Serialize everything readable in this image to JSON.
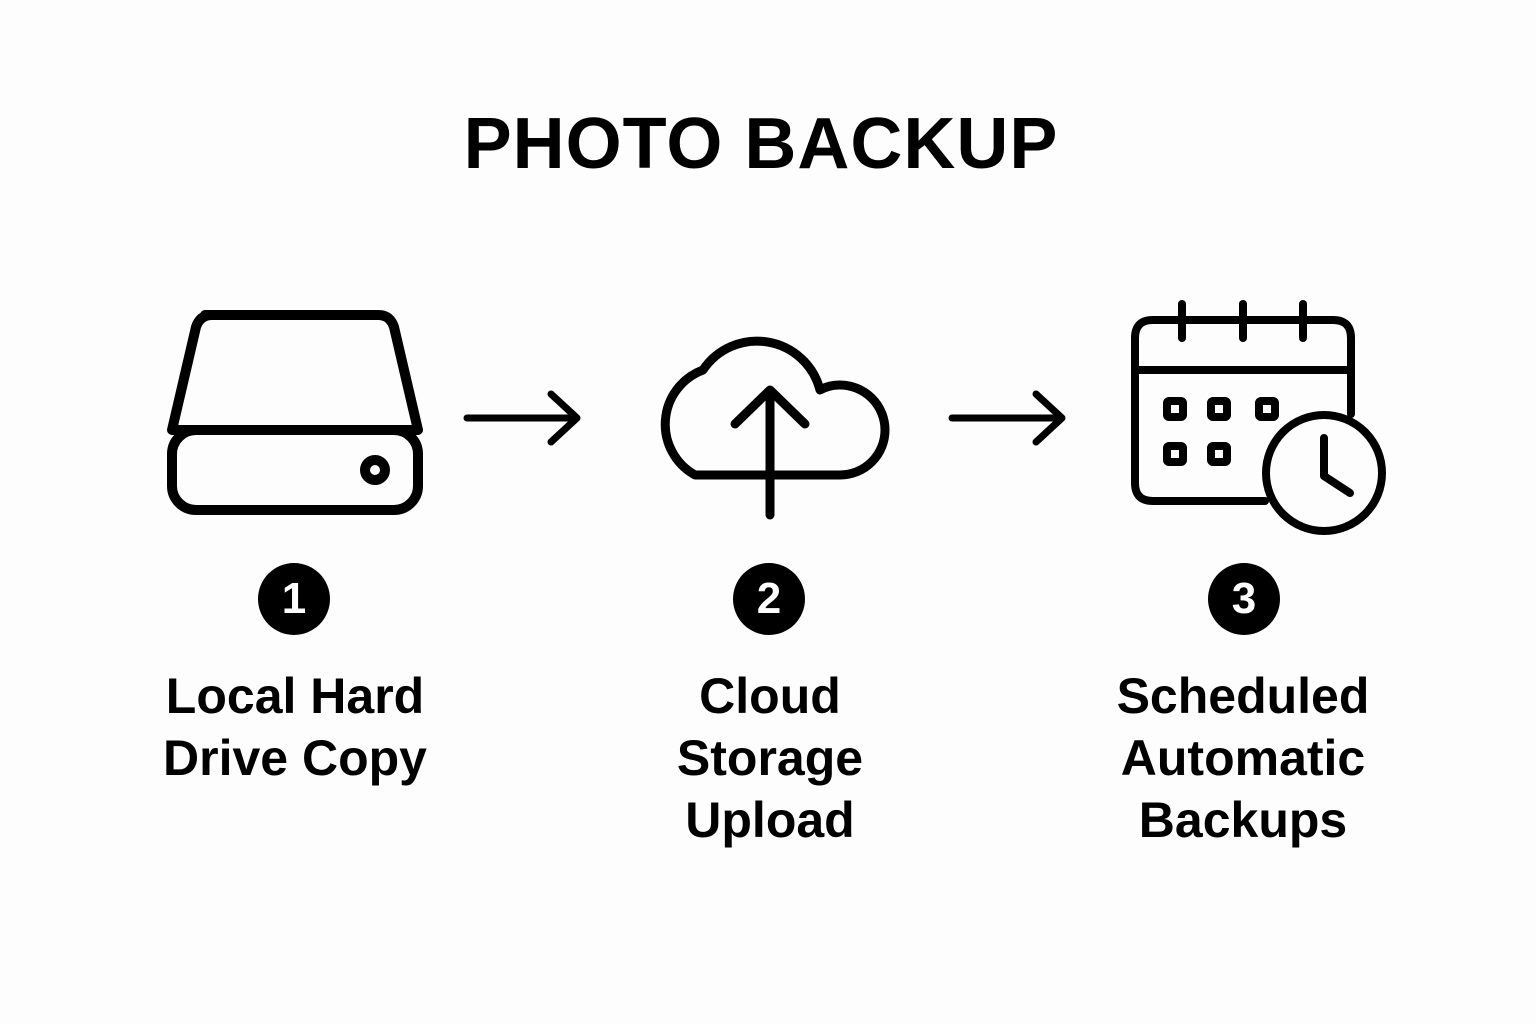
{
  "title": "PHOTO BACKUP",
  "steps": [
    {
      "number": "1",
      "label_lines": [
        "Local Hard",
        "Drive Copy"
      ],
      "icon": "hard-drive-icon"
    },
    {
      "number": "2",
      "label_lines": [
        "Cloud",
        "Storage",
        "Upload"
      ],
      "icon": "cloud-upload-icon"
    },
    {
      "number": "3",
      "label_lines": [
        "Scheduled",
        "Automatic",
        "Backups"
      ],
      "icon": "calendar-clock-icon"
    }
  ],
  "connectors": [
    "arrow-right-icon",
    "arrow-right-icon"
  ],
  "colors": {
    "background": "#fdfdfd",
    "ink": "#000000",
    "badge_text": "#ffffff"
  }
}
